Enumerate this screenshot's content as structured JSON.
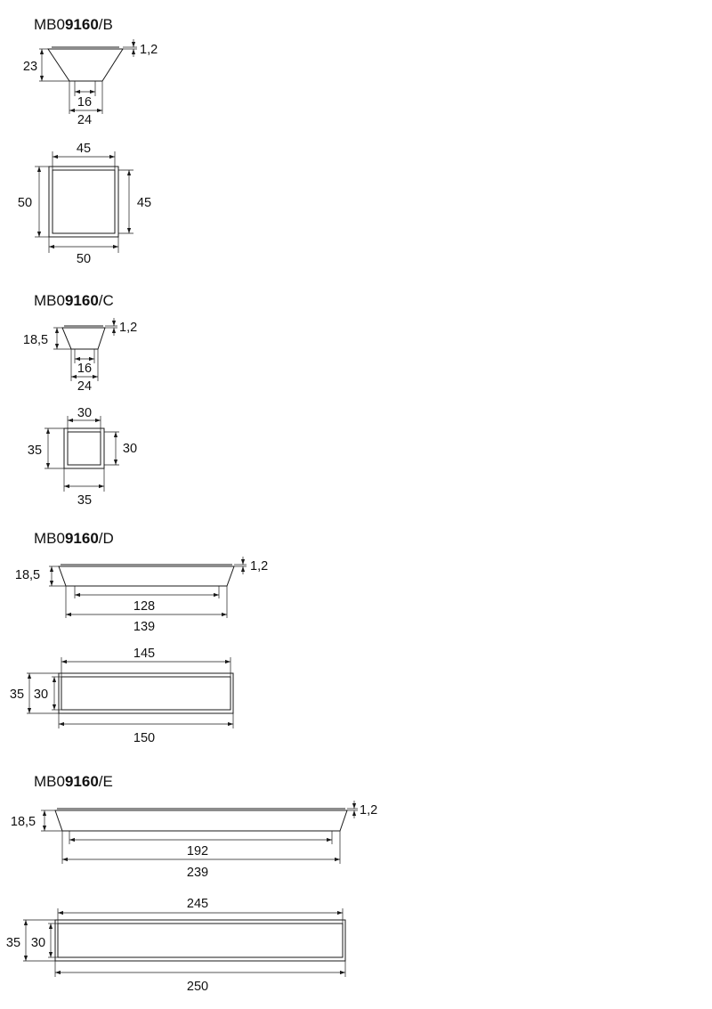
{
  "variants": [
    {
      "code_prefix": "MB0",
      "code_bold": "9160",
      "code_suffix": "/B",
      "thickness": "1,2",
      "height": "23",
      "inner_base": "16",
      "outer_base": "24",
      "top_inner_width": "45",
      "top_outer_width": "50",
      "top_outer_height": "50",
      "top_inner_height": "45"
    },
    {
      "code_prefix": "MB0",
      "code_bold": "9160",
      "code_suffix": "/C",
      "thickness": "1,2",
      "height": "18,5",
      "inner_base": "16",
      "outer_base": "24",
      "top_inner_width": "30",
      "top_outer_width": "35",
      "top_outer_height": "35",
      "top_inner_height": "30"
    },
    {
      "code_prefix": "MB0",
      "code_bold": "9160",
      "code_suffix": "/D",
      "thickness": "1,2",
      "height": "18,5",
      "hole_spacing": "128",
      "base_length": "139",
      "top_inner_width": "145",
      "top_outer_width": "150",
      "top_outer_height": "35",
      "top_inner_height": "30"
    },
    {
      "code_prefix": "MB0",
      "code_bold": "9160",
      "code_suffix": "/E",
      "thickness": "1,2",
      "height": "18,5",
      "hole_spacing": "192",
      "base_length": "239",
      "top_inner_width": "245",
      "top_outer_width": "250",
      "top_outer_height": "35",
      "top_inner_height": "30"
    }
  ]
}
